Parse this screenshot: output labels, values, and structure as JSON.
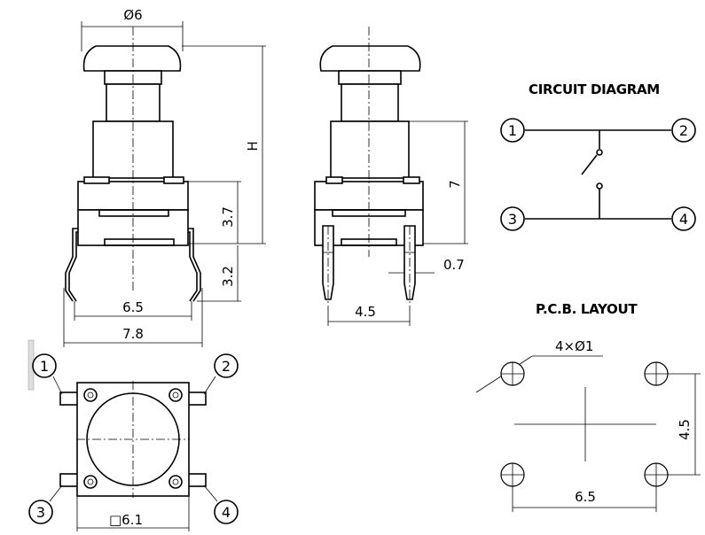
{
  "headings": {
    "circuit": "CIRCUIT DIAGRAM",
    "pcb": "P.C.B. LAYOUT"
  },
  "front_view": {
    "cap_diameter": "Ø6",
    "height": "H",
    "body_height": "3.7",
    "lead_length": "3.2",
    "lead_inner": "6.5",
    "lead_outer": "7.8"
  },
  "side_view": {
    "total_height": "7",
    "pin_width": "0.7",
    "pin_spacing": "4.5"
  },
  "top_view": {
    "body_size": "□6.1",
    "pins": [
      "1",
      "2",
      "3",
      "4"
    ]
  },
  "circuit": {
    "terminals": [
      "1",
      "2",
      "3",
      "4"
    ]
  },
  "pcb": {
    "holes": "4×Ø1",
    "vertical_spacing": "4.5",
    "horizontal_spacing": "6.5"
  }
}
